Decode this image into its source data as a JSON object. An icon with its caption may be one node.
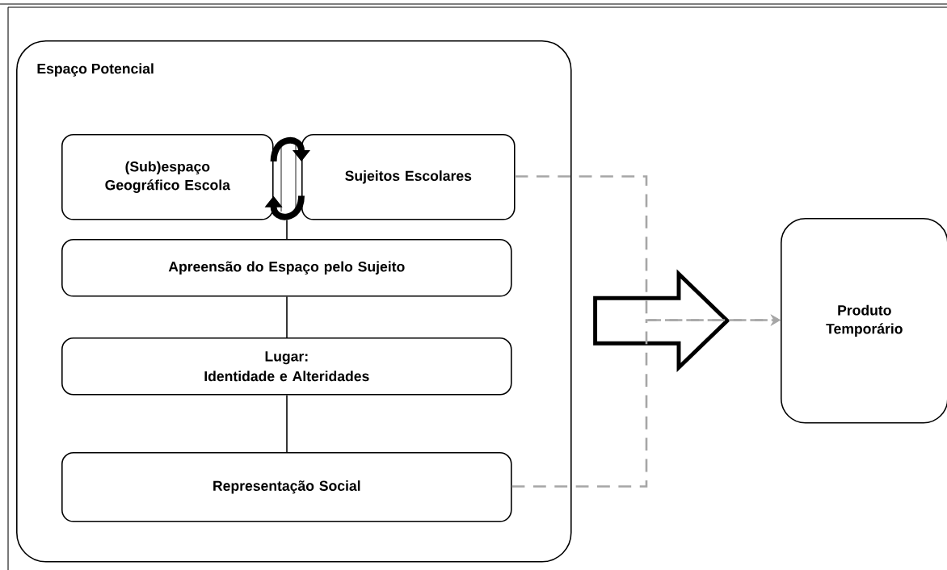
{
  "diagram": {
    "nodes": [
      {
        "text": [
          "Espaço Potencial"
        ]
      },
      {
        "text": [
          "(Sub)espaço Geográfico Escola"
        ],
        "in": 0
      },
      {
        "text": [
          "Sujeitos Escolares"
        ],
        "in": 0
      },
      {
        "text": [
          "Apreensão do Espaço pelo Sujeito"
        ],
        "in": 0
      },
      {
        "text": [
          "Lugar:",
          "Identidade e Alteridades"
        ],
        "in": 0
      },
      {
        "text": [
          "Representação Social"
        ],
        "in": 0
      },
      {
        "text": [
          "Produto Temporário"
        ]
      }
    ],
    "edges": [
      {
        "from": 1,
        "to": 2,
        "arrow": "to",
        "style": "thick"
      },
      {
        "from": 2,
        "to": 1,
        "arrow": "to",
        "style": "thick"
      },
      {
        "from": 1,
        "to": 3,
        "arrow": "none"
      },
      {
        "from": 3,
        "to": 4,
        "arrow": "none"
      },
      {
        "from": 4,
        "to": 5,
        "arrow": "none"
      },
      {
        "from": 0,
        "to": 6,
        "arrow": "to",
        "style": "thick"
      },
      {
        "from": 2,
        "to": 6,
        "arrow": "to",
        "style": "dashed",
        "color": "#a6a6a6"
      },
      {
        "from": 5,
        "to": 6,
        "arrow": "to",
        "style": "dashed",
        "color": "#a6a6a6"
      }
    ]
  }
}
